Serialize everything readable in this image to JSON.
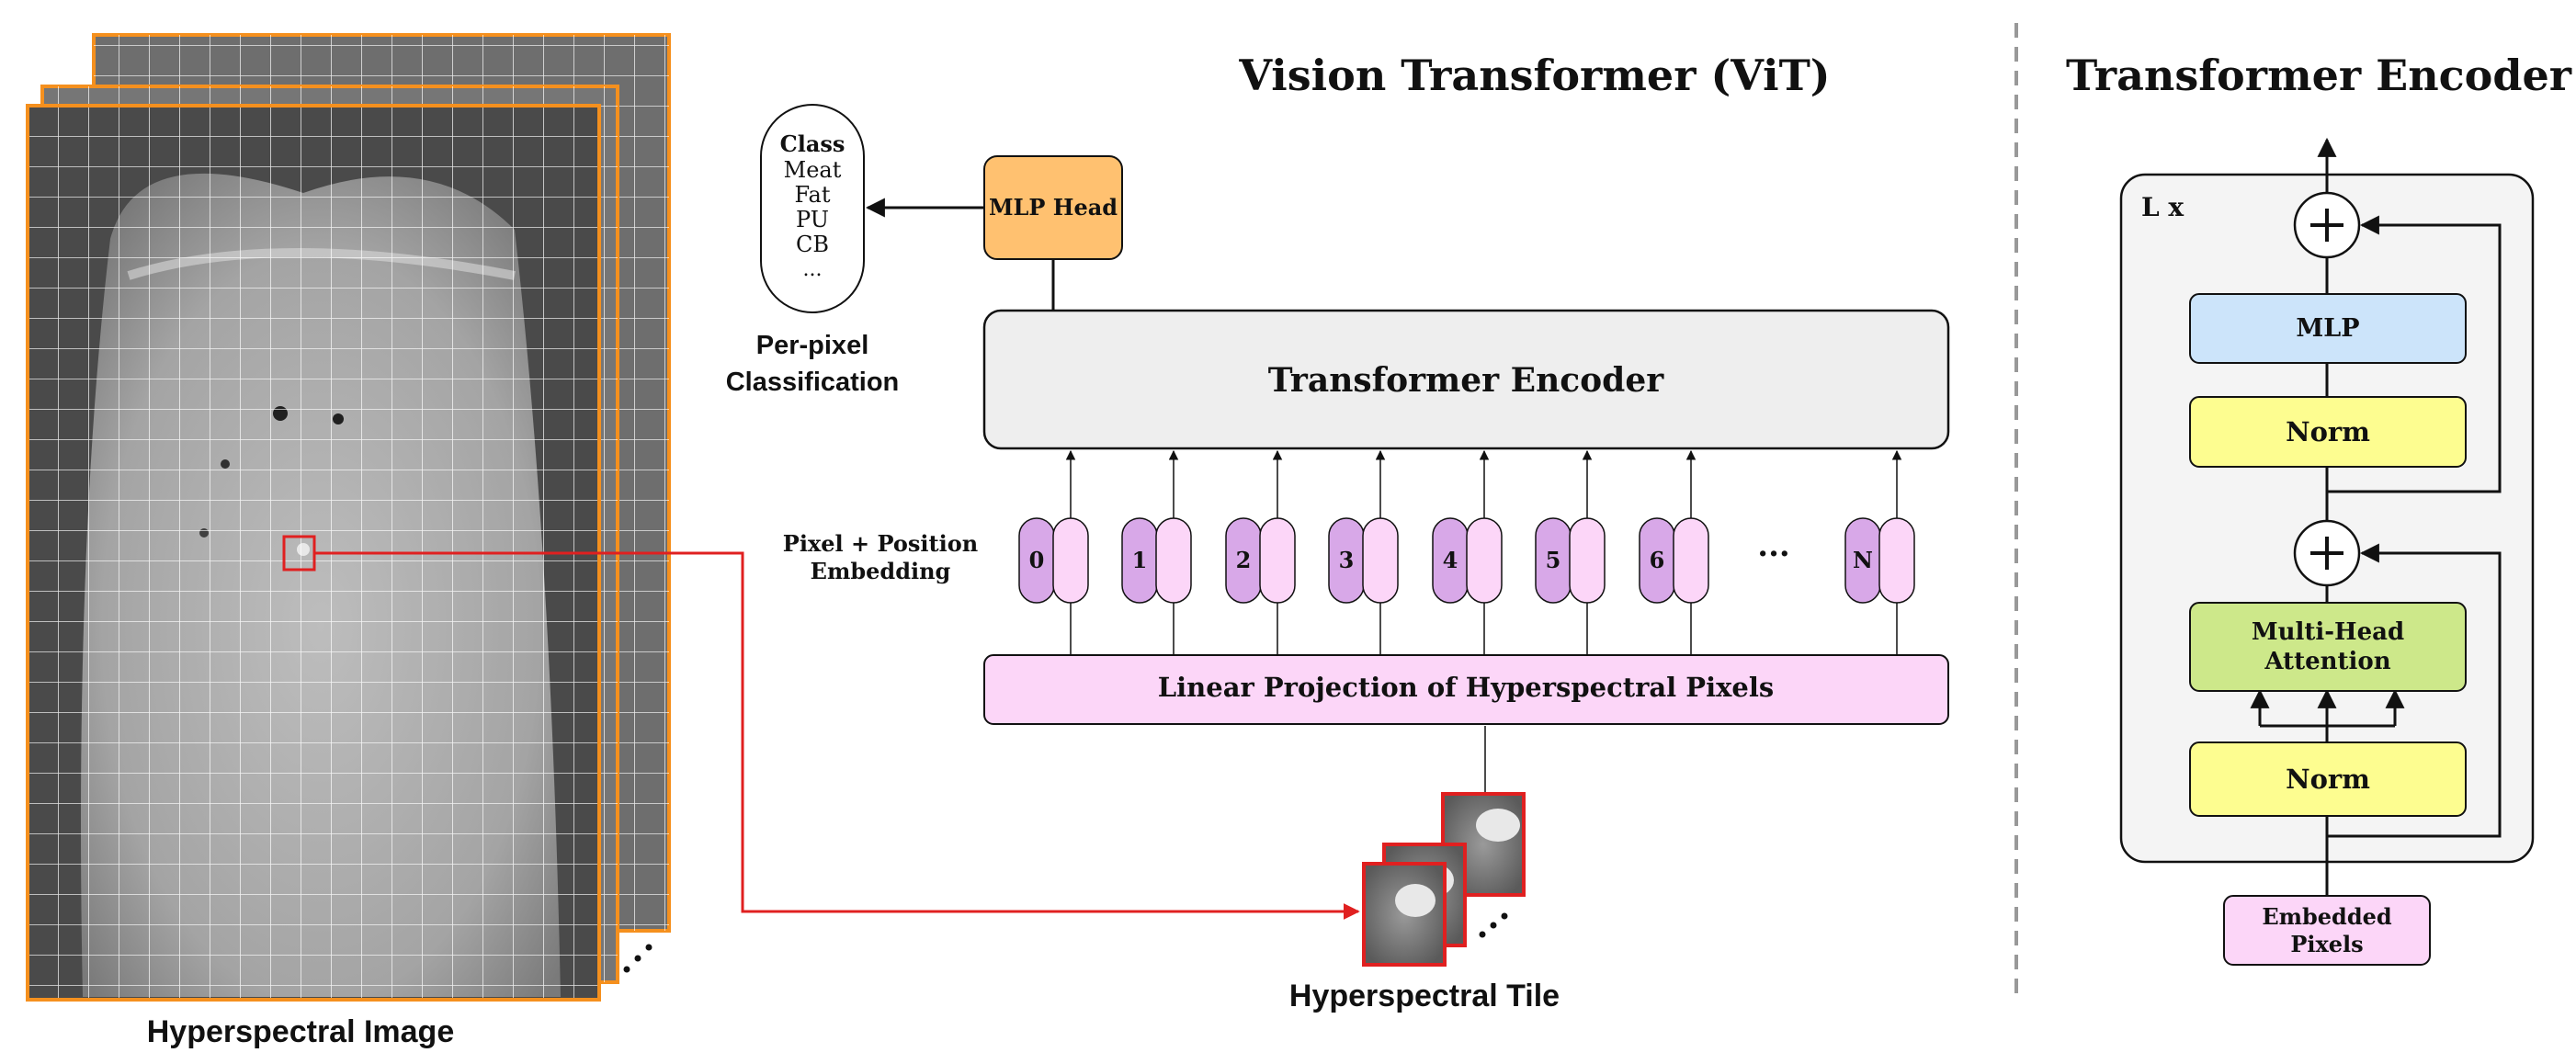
{
  "titles": {
    "vit": "Vision Transformer (ViT)",
    "encoder_detail": "Transformer Encoder"
  },
  "labels": {
    "hyperspectral_image": "Hyperspectral Image",
    "hyperspectral_tile": "Hyperspectral Tile",
    "per_pixel_line1": "Per-pixel",
    "per_pixel_line2": "Classification",
    "embedding_line1": "Pixel + Position",
    "embedding_line2": "Embedding",
    "ellipsis": "···"
  },
  "class_box": {
    "title": "Class",
    "items": [
      "Meat",
      "Fat",
      "PU",
      "CB",
      "..."
    ]
  },
  "vit": {
    "mlp_head": "MLP Head",
    "transformer_encoder": "Transformer Encoder",
    "linear_projection": "Linear Projection of Hyperspectral Pixels",
    "tokens": [
      "0",
      "1",
      "2",
      "3",
      "4",
      "5",
      "6",
      "N"
    ]
  },
  "encoder_block": {
    "repeat": "L x",
    "mlp": "MLP",
    "norm_top": "Norm",
    "mha_line1": "Multi-Head",
    "mha_line2": "Attention",
    "norm_bottom": "Norm",
    "input_line1": "Embedded",
    "input_line2": "Pixels"
  },
  "colors": {
    "orange_border": "#f5901e",
    "red": "#e02020",
    "mlp_head_fill": "#ffc170",
    "encoder_fill": "#eeeeee",
    "pink_fill": "#fcd6f8",
    "purple_fill": "#d8a8e8",
    "mlp_fill": "#cce4fa",
    "norm_fill": "#fdfd90",
    "mha_fill": "#cde88a",
    "panel_fill": "#f4f4f4"
  }
}
